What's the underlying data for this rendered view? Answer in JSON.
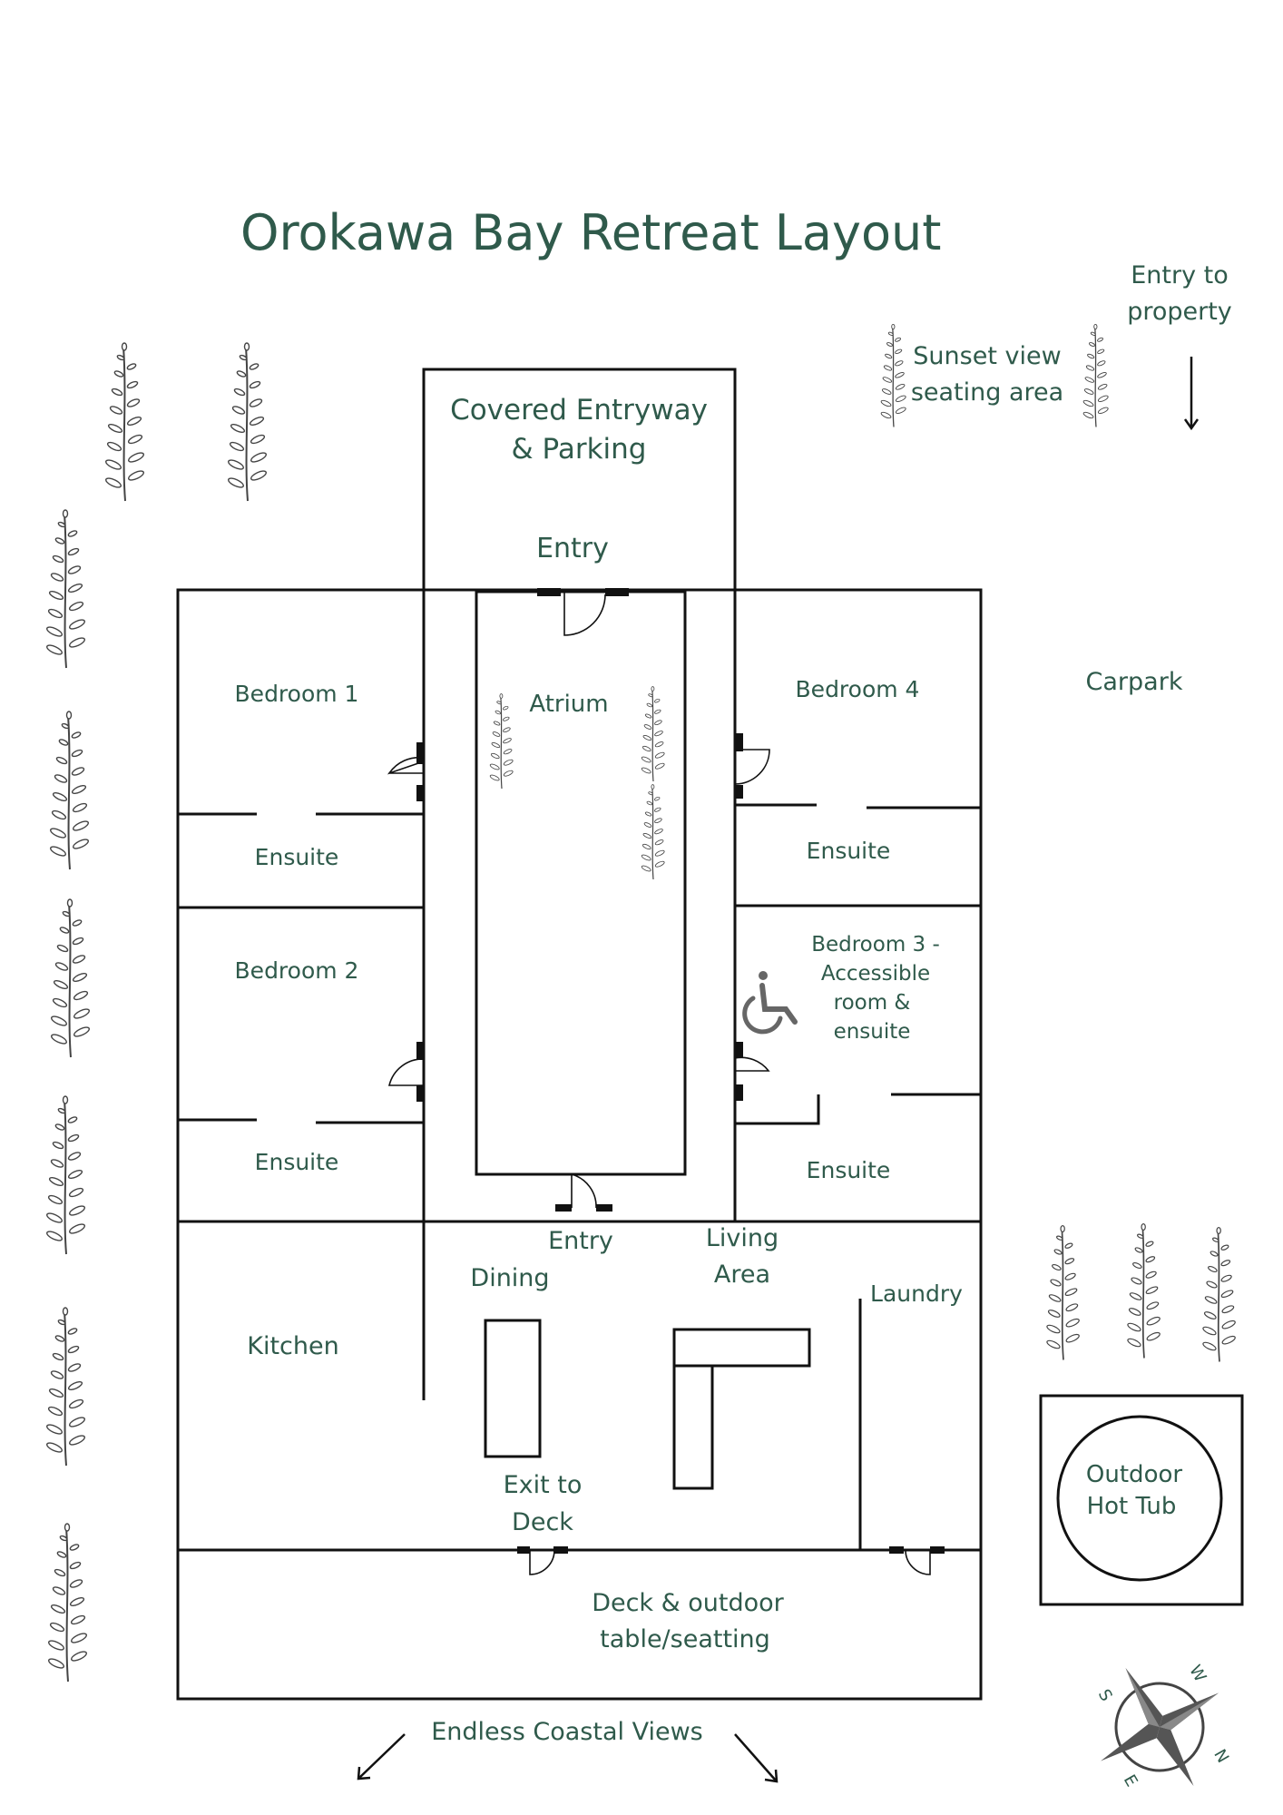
{
  "title": "Orokawa Bay Retreat Layout",
  "labels": {
    "covered_entry_1": "Covered Entryway",
    "covered_entry_2": "& Parking",
    "entry_top": "Entry",
    "atrium": "Atrium",
    "bedroom1": "Bedroom 1",
    "ensuite1": "Ensuite",
    "bedroom2": "Bedroom 2",
    "ensuite2": "Ensuite",
    "bedroom4": "Bedroom 4",
    "ensuite4": "Ensuite",
    "bedroom3_1": "Bedroom 3 -",
    "bedroom3_2": "Accessible",
    "bedroom3_3": "room &",
    "bedroom3_4": "ensuite",
    "ensuite3": "Ensuite",
    "entry_lower": "Entry",
    "dining": "Dining",
    "living_1": "Living",
    "living_2": "Area",
    "laundry": "Laundry",
    "kitchen": "Kitchen",
    "exit_1": "Exit to",
    "exit_2": "Deck",
    "deck_1": "Deck & outdoor",
    "deck_2": "table/seatting",
    "views": "Endless Coastal Views",
    "carpark": "Carpark",
    "sunset_1": "Sunset view",
    "sunset_2": "seating area",
    "entry_prop_1": "Entry to",
    "entry_prop_2": "property",
    "hottub_1": "Outdoor",
    "hottub_2": "Hot Tub"
  },
  "compass": {
    "n": "N",
    "e": "E",
    "s": "S",
    "w": "W"
  },
  "icons": [
    "fern-icon",
    "wheelchair-icon",
    "compass-rose-icon",
    "arrow-icon",
    "door-swing-icon"
  ],
  "colors": {
    "text": "#2f5a4b",
    "walls": "#111111",
    "ferns": "#444444"
  }
}
